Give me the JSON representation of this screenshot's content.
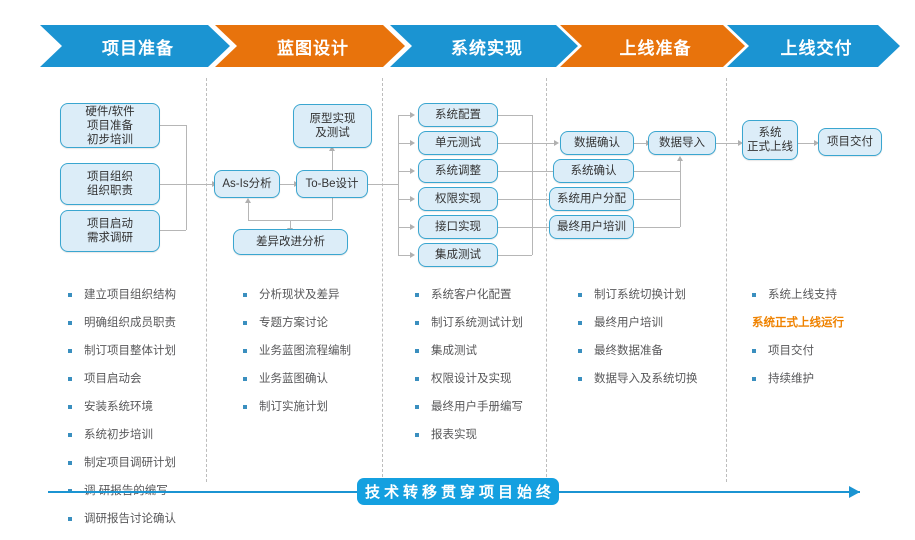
{
  "colors": {
    "phase_blue": "#1b94d2",
    "phase_orange": "#e8730c",
    "box_fill": "#dcedf8",
    "box_border": "#3aa6d0",
    "bullet": "#3a8fbf",
    "highlight": "#ef8200",
    "banner": "#14a0e0",
    "divider": "#bdbdbd",
    "connector": "#b6b6b6",
    "text": "#58585a"
  },
  "phases": [
    {
      "label": "项目准备",
      "color": "#1b94d2"
    },
    {
      "label": "蓝图设计",
      "color": "#e8730c"
    },
    {
      "label": "系统实现",
      "color": "#1b94d2"
    },
    {
      "label": "上线准备",
      "color": "#e8730c"
    },
    {
      "label": "上线交付",
      "color": "#1b94d2"
    }
  ],
  "boxes": {
    "c1": [
      {
        "lines": [
          "硬件/软件",
          "项目准备",
          "初步培训"
        ]
      },
      {
        "lines": [
          "项目组织",
          "组织职责"
        ]
      },
      {
        "lines": [
          "项目启动",
          "需求调研"
        ]
      }
    ],
    "c2": [
      {
        "lines": [
          "原型实现",
          "及测试"
        ]
      },
      {
        "lines": [
          "As-Is分析"
        ]
      },
      {
        "lines": [
          "To-Be设计"
        ]
      },
      {
        "lines": [
          "差异改进分析"
        ]
      }
    ],
    "c3": [
      {
        "lines": [
          "系统配置"
        ]
      },
      {
        "lines": [
          "单元测试"
        ]
      },
      {
        "lines": [
          "系统调整"
        ]
      },
      {
        "lines": [
          "权限实现"
        ]
      },
      {
        "lines": [
          "接口实现"
        ]
      },
      {
        "lines": [
          "集成测试"
        ]
      }
    ],
    "c4": [
      {
        "lines": [
          "数据确认"
        ]
      },
      {
        "lines": [
          "系统确认"
        ]
      },
      {
        "lines": [
          "系统用户分配"
        ]
      },
      {
        "lines": [
          "最终用户培训"
        ]
      }
    ],
    "c4b": [
      {
        "lines": [
          "数据导入"
        ]
      }
    ],
    "c5": [
      {
        "lines": [
          "系统",
          "正式上线"
        ]
      },
      {
        "lines": [
          "项目交付"
        ]
      }
    ]
  },
  "bullets": {
    "col1": [
      {
        "text": "建立项目组织结构",
        "highlight": false
      },
      {
        "text": "明确组织成员职责",
        "highlight": false
      },
      {
        "text": "制订项目整体计划",
        "highlight": false
      },
      {
        "text": "项目启动会",
        "highlight": false
      },
      {
        "text": "安装系统环境",
        "highlight": false
      },
      {
        "text": "系统初步培训",
        "highlight": false
      },
      {
        "text": "制定项目调研计划",
        "highlight": false
      },
      {
        "text": "调 研报告的编写",
        "highlight": false
      },
      {
        "text": "调研报告讨论确认",
        "highlight": false
      }
    ],
    "col2": [
      {
        "text": "分析现状及差异",
        "highlight": false
      },
      {
        "text": "专题方案讨论",
        "highlight": false
      },
      {
        "text": "业务蓝图流程编制",
        "highlight": false
      },
      {
        "text": "业务蓝图确认",
        "highlight": false
      },
      {
        "text": "制订实施计划",
        "highlight": false
      }
    ],
    "col3": [
      {
        "text": "系统客户化配置",
        "highlight": false
      },
      {
        "text": "制订系统测试计划",
        "highlight": false
      },
      {
        "text": "集成测试",
        "highlight": false
      },
      {
        "text": "权限设计及实现",
        "highlight": false
      },
      {
        "text": "最终用户手册编写",
        "highlight": false
      },
      {
        "text": "报表实现",
        "highlight": false
      }
    ],
    "col4": [
      {
        "text": "制订系统切换计划",
        "highlight": false
      },
      {
        "text": "最终用户培训",
        "highlight": false
      },
      {
        "text": "最终数据准备",
        "highlight": false
      },
      {
        "text": "数据导入及系统切换",
        "highlight": false
      }
    ],
    "col5": [
      {
        "text": "系统上线支持",
        "highlight": false
      },
      {
        "text": "系统正式上线运行",
        "highlight": true
      },
      {
        "text": "项目交付",
        "highlight": false
      },
      {
        "text": "持续维护",
        "highlight": false
      }
    ]
  },
  "footer": {
    "banner_label": "技术转移贯穿项目始终"
  }
}
